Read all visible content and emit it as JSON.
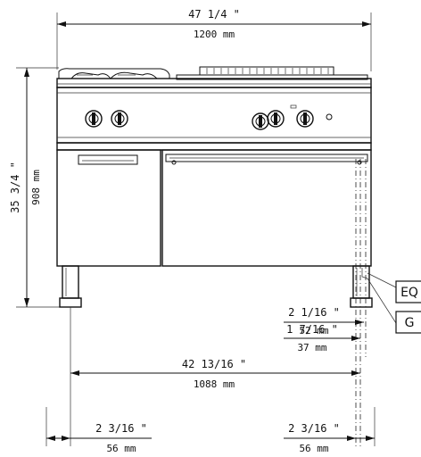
{
  "dimensions": {
    "overall_width": {
      "imperial": "47 1/4 \"",
      "metric": "1200 mm"
    },
    "overall_height": {
      "imperial": "35 3/4 \"",
      "metric": "908 mm"
    },
    "eq_offset": {
      "imperial": "2 1/16 \"",
      "metric": "52 mm"
    },
    "gas_offset": {
      "imperial": "1 7/16 \"",
      "metric": "37 mm"
    },
    "leg_span": {
      "imperial": "42 13/16 \"",
      "metric": "1088 mm"
    },
    "left_leg_offset": {
      "imperial": "2 3/16 \"",
      "metric": "56 mm"
    },
    "right_leg_offset": {
      "imperial": "2 3/16 \"",
      "metric": "56 mm"
    }
  },
  "connection_tags": {
    "equipotential": "EQ",
    "gas": "G"
  }
}
